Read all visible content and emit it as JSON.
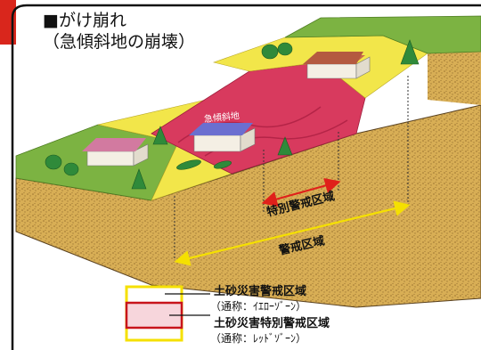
{
  "title_line1": "■がけ崩れ",
  "title_line2": "（急傾斜地の崩壊）",
  "slope_label": "急傾斜地",
  "special_zone_label": "特別警戒区域",
  "zone_label": "警戒区域",
  "legend": {
    "yellow_name": "土砂災害警戒区域",
    "yellow_alias": "（通称：ｲｴﾛｰｿﾞｰﾝ）",
    "red_name": "土砂災害特別警戒区域",
    "red_alias": "（通称：ﾚｯﾄﾞｿﾞｰﾝ）"
  },
  "colors": {
    "yellow_zone": "#f2e64a",
    "red_zone": "#d83a5e",
    "grass": "#7cb342",
    "soil": "#d9b15c",
    "border_red": "#e0201a",
    "arrow_yellow": "#f5e000"
  }
}
